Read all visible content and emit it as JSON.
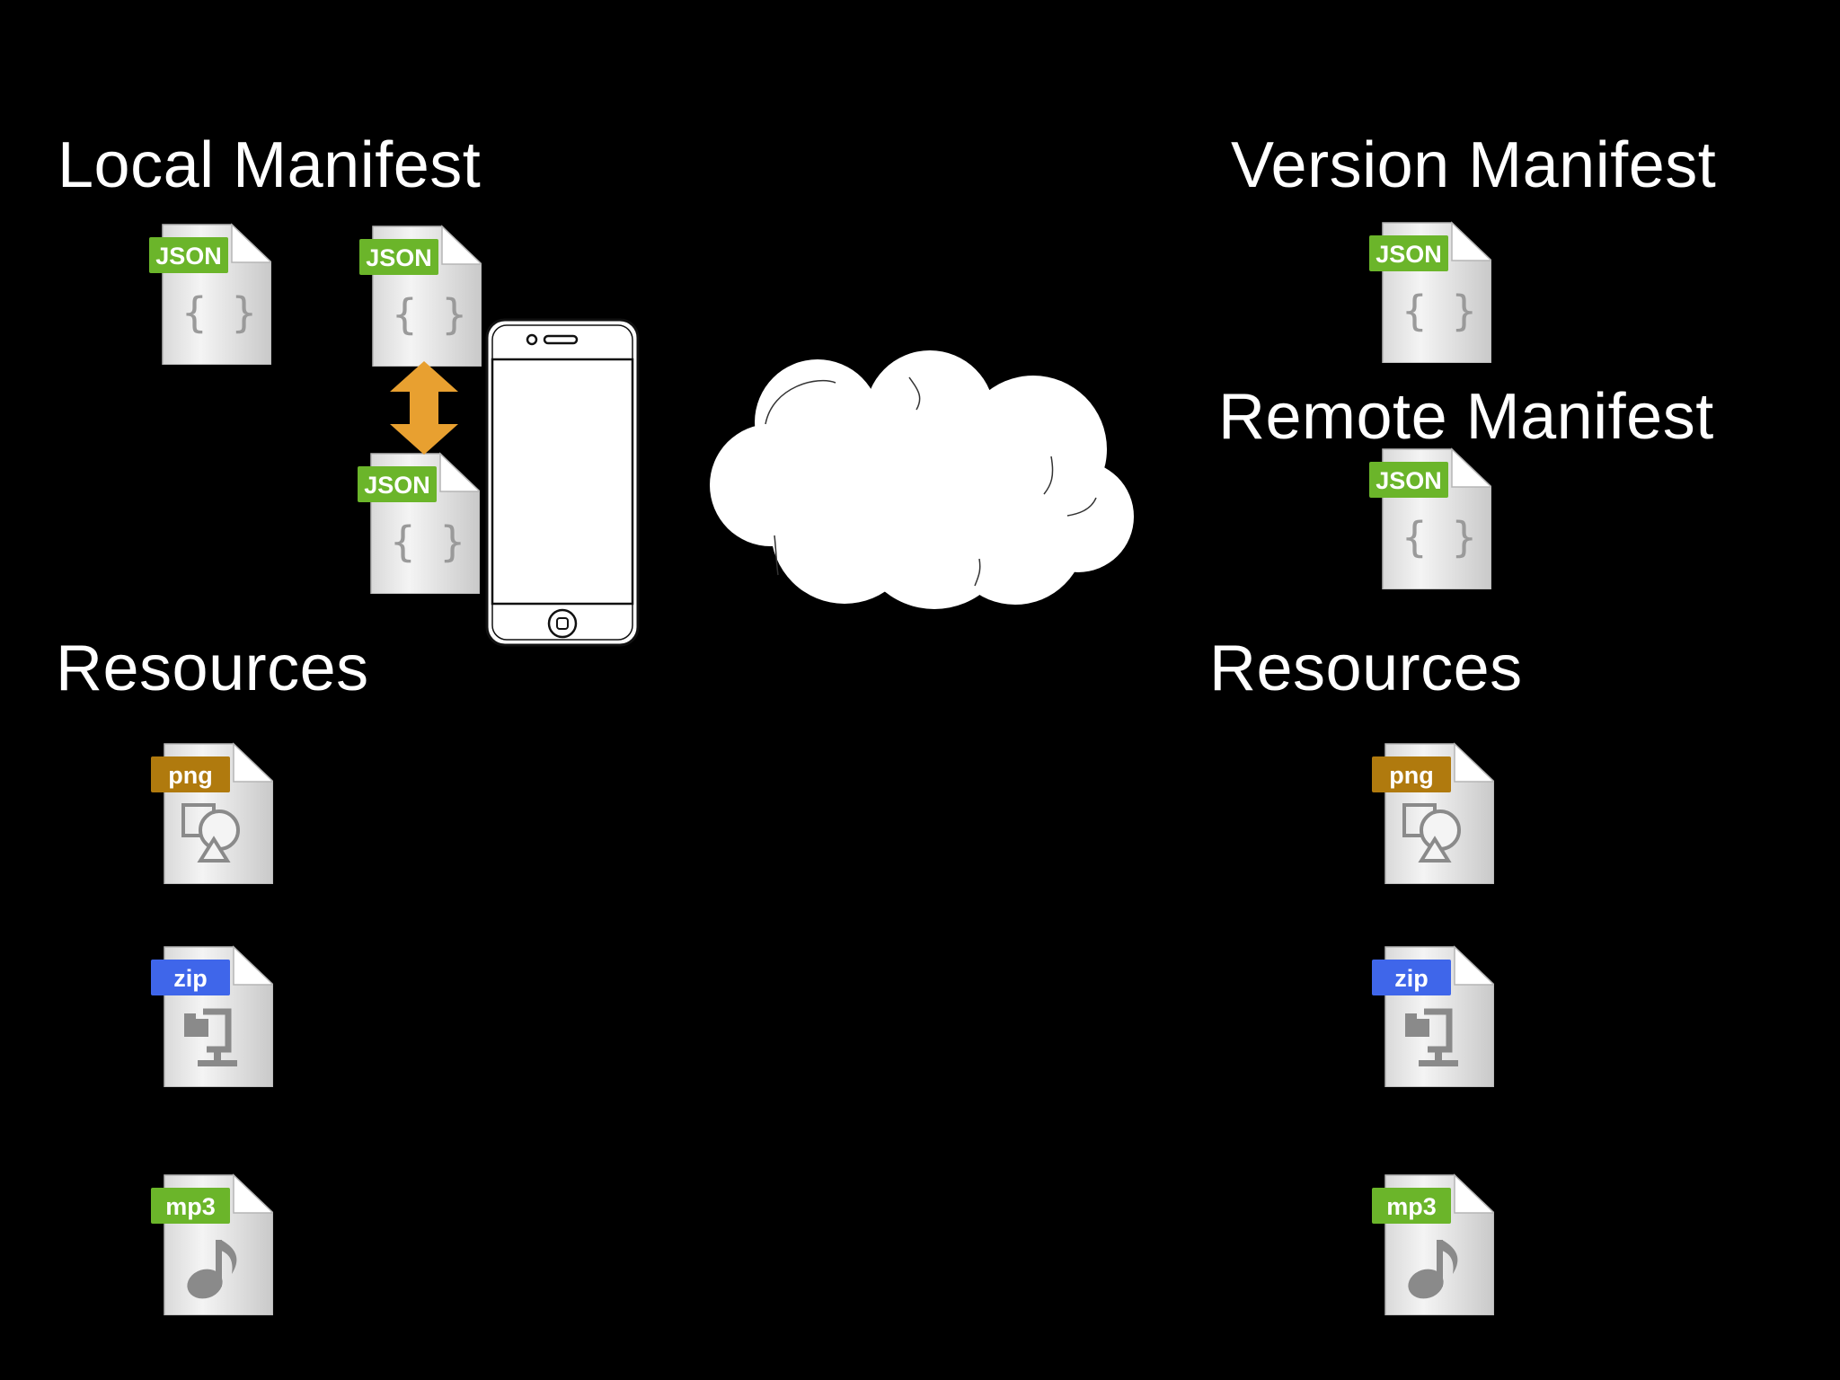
{
  "local": {
    "manifest_title": "Local Manifest",
    "resources_title": "Resources"
  },
  "remote": {
    "version_title": "Version Manifest",
    "remote_title": "Remote Manifest",
    "resources_title": "Resources"
  },
  "file_types": {
    "json": {
      "label": "JSON",
      "glyph": "{ }",
      "color": "#6bb52a",
      "icon": "json-file-icon"
    },
    "png": {
      "label": "png",
      "color": "#b07a0e",
      "icon": "png-file-icon"
    },
    "zip": {
      "label": "zip",
      "color": "#3f66ea",
      "icon": "zip-file-icon"
    },
    "mp3": {
      "label": "mp3",
      "color": "#6bb52a",
      "icon": "mp3-file-icon"
    }
  },
  "colors": {
    "background": "#000000",
    "text": "#ffffff",
    "sync_arrow": "#e8a030",
    "cloud": "#ffffff"
  },
  "icons": {
    "phone": "smartphone-icon",
    "cloud": "cloud-icon",
    "sync_arrow": "double-arrow-icon"
  }
}
